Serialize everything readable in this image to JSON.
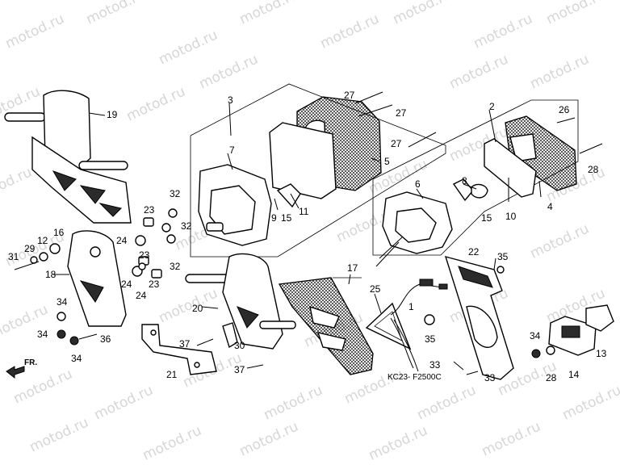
{
  "watermark": "motod.ru",
  "diagram_code": "KC23- F2500C",
  "front_marker": "FR.",
  "callouts": [
    "1",
    "2",
    "3",
    "4",
    "5",
    "6",
    "7",
    "8",
    "9",
    "10",
    "11",
    "12",
    "13",
    "14",
    "15",
    "16",
    "17",
    "18",
    "19",
    "20",
    "21",
    "22",
    "23",
    "24",
    "25",
    "26",
    "27",
    "28",
    "29",
    "30",
    "31",
    "32",
    "33",
    "34",
    "35",
    "36",
    "37"
  ]
}
